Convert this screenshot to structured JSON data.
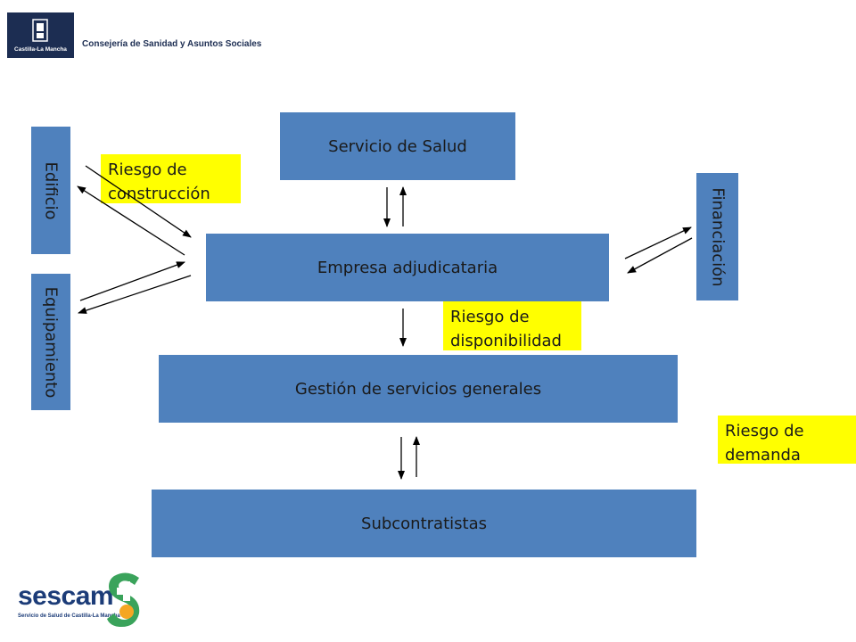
{
  "header": {
    "logo_text": "Castilla-La Mancha",
    "org_text": "Consejería de Sanidad y Asuntos Sociales"
  },
  "diagram": {
    "boxes": {
      "servicio_salud": "Servicio de Salud",
      "empresa": "Empresa adjudicataria",
      "gestion": "Gestión de servicios generales",
      "subcontratistas": "Subcontratistas",
      "edificio": "Edificio",
      "equipamiento": "Equipamiento",
      "financiacion": "Financiación"
    },
    "risks": {
      "construccion": "Riesgo de construcción",
      "disponibilidad": "Riesgo de disponibilidad",
      "demanda": "Riesgo de demanda"
    },
    "colors": {
      "box": "#4f81bd",
      "risk": "#ffff00",
      "header_logo": "#1c2d52",
      "sescam_blue": "#1c3c78",
      "sescam_green": "#3aa35b",
      "sescam_orange": "#f5a623"
    }
  },
  "footer": {
    "brand": "sescam",
    "subtitle": "Servicio de Salud de Castilla-La Mancha"
  }
}
